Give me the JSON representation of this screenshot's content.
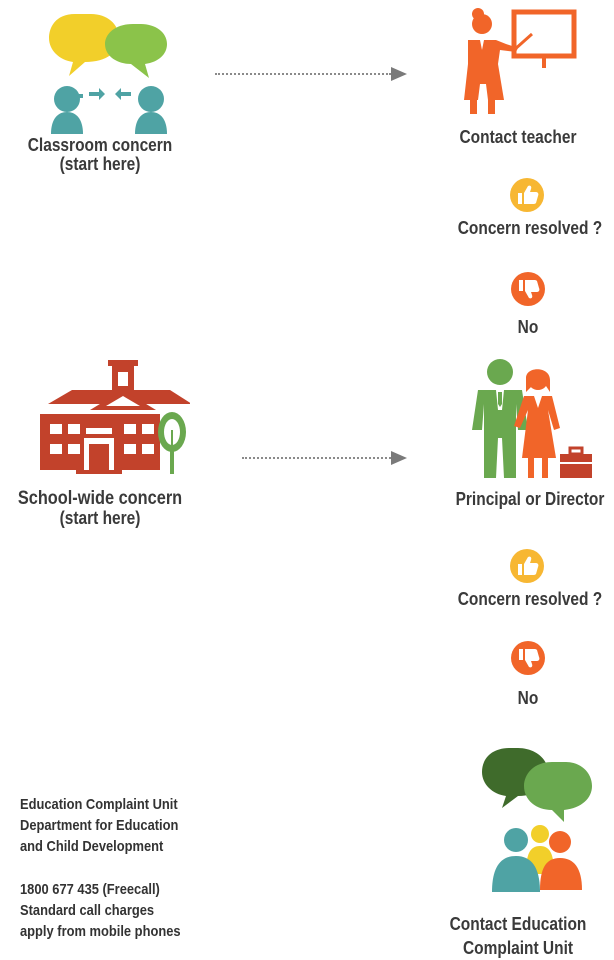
{
  "start_nodes": {
    "classroom": "Classroom concern",
    "classroom_sub": "(start here)",
    "school": "School-wide concern",
    "school_sub": "(start here)"
  },
  "steps": {
    "contact_teacher": "Contact teacher",
    "resolved_1": "Concern resolved ?",
    "no_1": "No",
    "principal": "Principal or Director",
    "resolved_2": "Concern resolved ?",
    "no_2": "No",
    "contact_unit_line1": "Contact Education",
    "contact_unit_line2": "Complaint Unit"
  },
  "contact_info": {
    "line1": "Education Complaint Unit",
    "line2": "Department for Education",
    "line3": "and Child Development",
    "phone": "1800 677 435 (Freecall)",
    "note1": "Standard call charges",
    "note2": "apply from mobile phones"
  },
  "colors": {
    "teal": "#4fa3a4",
    "orange": "#f16529",
    "gold": "#f7b733",
    "brick": "#c2422b",
    "green": "#6aa84f",
    "yellow_bubble": "#f2cf2a",
    "green_bubble": "#8bc34a",
    "dark_green": "#3f6b2b",
    "arrow_grey": "#7a7a7a"
  },
  "icons": {
    "classroom": "conversation-icon",
    "teacher": "teacher-whiteboard-icon",
    "thumbs_up": "thumbs-up-icon",
    "thumbs_down": "thumbs-down-icon",
    "school": "school-building-icon",
    "principal": "principal-director-icon",
    "complaint_unit": "group-chat-icon"
  }
}
